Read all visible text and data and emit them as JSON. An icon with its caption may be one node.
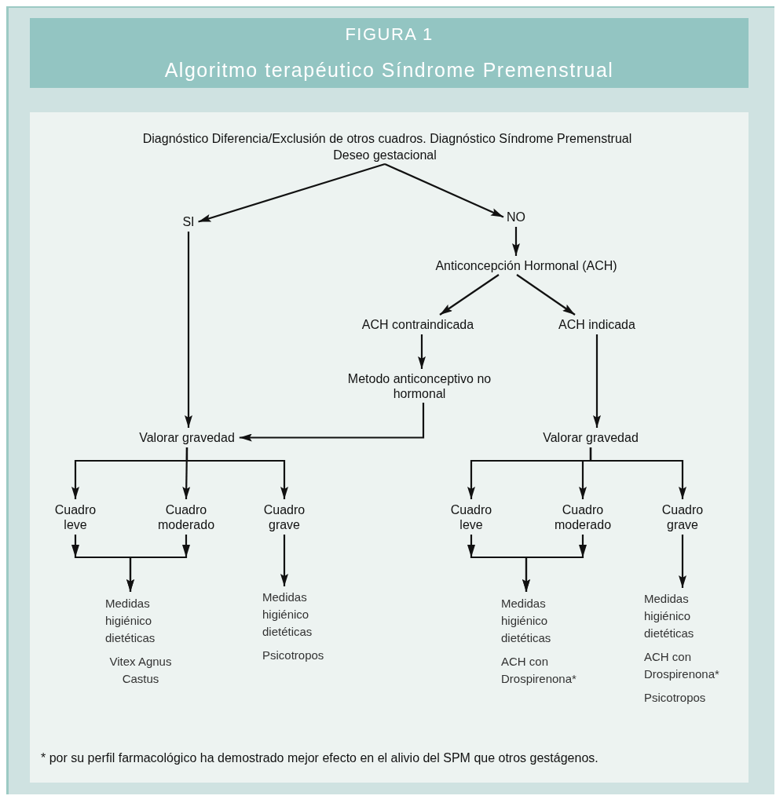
{
  "diagram": {
    "title": "Algoritmo terapéutico Síndrome Premenstrual",
    "nodes": [
      {
        "text": [
          "Deseo gestacional"
        ]
      },
      {
        "text": [
          "SI"
        ]
      },
      {
        "text": [
          "NO"
        ]
      },
      {
        "text": [
          "Anticoncepción Hormonal (ACH)"
        ]
      },
      {
        "text": [
          "ACH contraindicada"
        ]
      },
      {
        "text": [
          "ACH indicada"
        ]
      },
      {
        "text": [
          "Metodo anticonceptivo no hormonal"
        ]
      },
      {
        "text": [
          "Valorar gravedad"
        ]
      },
      {
        "text": [
          "Valorar gravedad"
        ]
      },
      {
        "text": [
          "Cuadro leve"
        ]
      },
      {
        "text": [
          "Cuadro moderado"
        ]
      },
      {
        "text": [
          "Cuadro grave"
        ]
      },
      {
        "text": [
          "Cuadro leve"
        ]
      },
      {
        "text": [
          "Cuadro moderado"
        ]
      },
      {
        "text": [
          "Cuadro grave"
        ]
      },
      {
        "text": [
          "Medidas higiénico dietéticas",
          "Vitex Agnus Castus"
        ]
      },
      {
        "text": [
          "Medidas higiénico dietéticas",
          "Psicotropos"
        ]
      },
      {
        "text": [
          "Medidas higiénico dietéticas",
          "ACH con Drospirenona*"
        ]
      },
      {
        "text": [
          "Medidas higiénico dietéticas",
          "ACH con Drospirenona*",
          "Psicotropos"
        ]
      }
    ],
    "edges": [
      {
        "from": 0,
        "to": 1,
        "arrow": "to"
      },
      {
        "from": 0,
        "to": 2,
        "arrow": "to"
      },
      {
        "from": 1,
        "to": 7,
        "arrow": "to"
      },
      {
        "from": 2,
        "to": 3,
        "arrow": "to"
      },
      {
        "from": 3,
        "to": 4,
        "arrow": "to"
      },
      {
        "from": 3,
        "to": 5,
        "arrow": "to"
      },
      {
        "from": 4,
        "to": 6,
        "arrow": "to"
      },
      {
        "from": 5,
        "to": 8,
        "arrow": "to"
      },
      {
        "from": 6,
        "to": 7,
        "arrow": "to"
      },
      {
        "from": 7,
        "to": 9,
        "arrow": "to"
      },
      {
        "from": 7,
        "to": 10,
        "arrow": "to"
      },
      {
        "from": 7,
        "to": 11,
        "arrow": "to"
      },
      {
        "from": 8,
        "to": 12,
        "arrow": "to"
      },
      {
        "from": 8,
        "to": 13,
        "arrow": "to"
      },
      {
        "from": 8,
        "to": 14,
        "arrow": "to"
      },
      {
        "from": 9,
        "to": 15,
        "arrow": "to"
      },
      {
        "from": 10,
        "to": 15,
        "arrow": "to"
      },
      {
        "from": 11,
        "to": 16,
        "arrow": "to"
      },
      {
        "from": 12,
        "to": 17,
        "arrow": "to"
      },
      {
        "from": 13,
        "to": 17,
        "arrow": "to"
      },
      {
        "from": 14,
        "to": 18,
        "arrow": "to"
      }
    ],
    "labels": [
      "FIGURA 1",
      "Diagnóstico Diferencia/Exclusión de otros cuadros. Diagnóstico Síndrome Premenstrual",
      "* por su perfil farmacológico ha demostrado mejor efecto en el alivio del SPM que otros gestágenos."
    ]
  }
}
